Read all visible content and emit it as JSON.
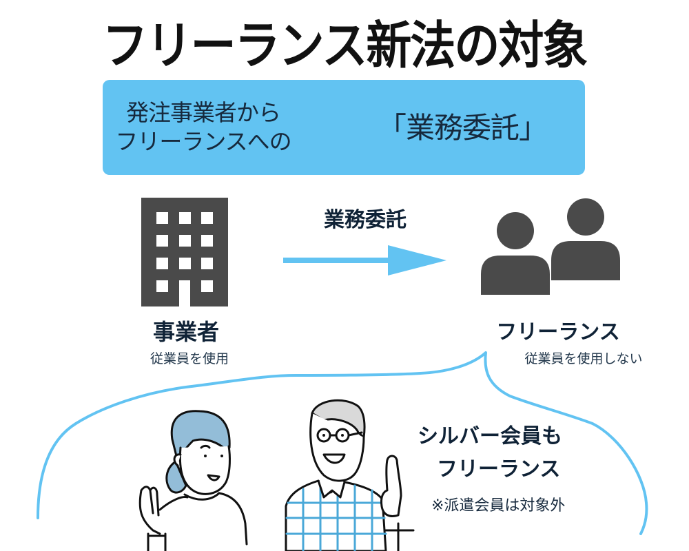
{
  "title": "フリーランス新法の対象",
  "definition_box": {
    "line1": "発注事業者から",
    "line2": "フリーランスへの",
    "highlight": "「業務委託」",
    "background_color": "#62C3F2"
  },
  "flow": {
    "arrow_label": "業務委託",
    "arrow_color": "#62C3F2",
    "from": {
      "icon": "building-icon",
      "label": "事業者",
      "sublabel": "従業員を使用"
    },
    "to": {
      "icon": "people-icon",
      "label": "フリーランス",
      "sublabel": "従業員を使用しない"
    },
    "icon_color": "#4A4A4A"
  },
  "callout": {
    "line1": "シルバー会員も",
    "line2": "フリーランス",
    "note": "※派遣会員は対象外",
    "outline_color": "#62C3F2",
    "illustrations": [
      "elderly-woman-waving",
      "elderly-man-pointing-up"
    ]
  }
}
